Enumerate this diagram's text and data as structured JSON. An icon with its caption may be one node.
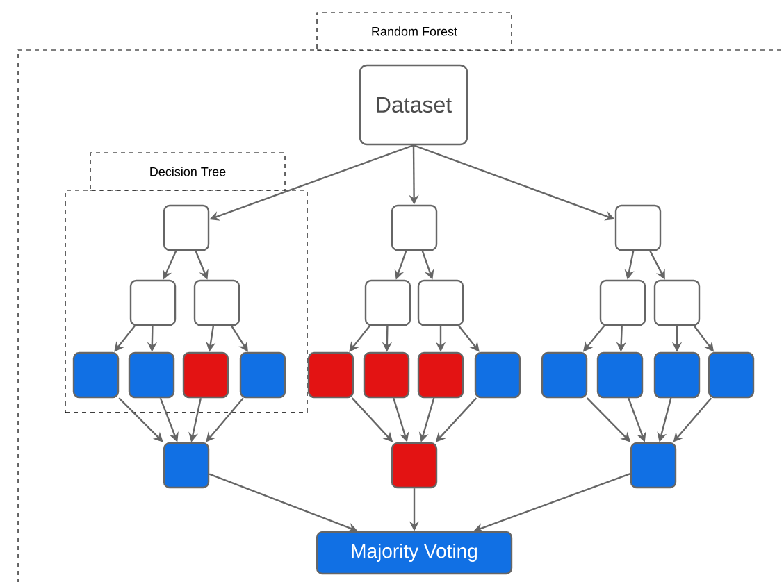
{
  "diagram": {
    "nodes": [
      {
        "text": [
          "Random Forest"
        ]
      },
      {
        "text": [
          "Dataset"
        ],
        "in": 0
      },
      {
        "text": [
          "Decision Tree"
        ],
        "in": 0
      },
      {
        "text": [],
        "shape": "box",
        "in": 2
      },
      {
        "text": [],
        "shape": "box",
        "in": 2
      },
      {
        "text": [],
        "shape": "box",
        "in": 2
      },
      {
        "text": [],
        "shape": "box",
        "in": 2
      },
      {
        "text": [],
        "shape": "box",
        "in": 2
      },
      {
        "text": [],
        "shape": "box",
        "in": 2
      },
      {
        "text": [],
        "shape": "box",
        "in": 2
      },
      {
        "text": [],
        "shape": "box",
        "in": 0
      },
      {
        "text": [],
        "shape": "box",
        "in": 0
      },
      {
        "text": [],
        "shape": "box",
        "in": 0
      },
      {
        "text": [],
        "shape": "box",
        "in": 0
      },
      {
        "text": [],
        "shape": "box",
        "in": 0
      },
      {
        "text": [],
        "shape": "box",
        "in": 0
      },
      {
        "text": [],
        "shape": "box",
        "in": 0
      },
      {
        "text": [],
        "shape": "box",
        "in": 0
      },
      {
        "text": [],
        "shape": "box",
        "in": 0
      },
      {
        "text": [],
        "shape": "box",
        "in": 0
      },
      {
        "text": [],
        "shape": "box",
        "in": 0
      },
      {
        "text": [],
        "shape": "box",
        "in": 0
      },
      {
        "text": [],
        "shape": "box",
        "in": 0
      },
      {
        "text": [],
        "shape": "box",
        "in": 0
      },
      {
        "text": [],
        "shape": "box",
        "in": 0
      },
      {
        "text": [],
        "shape": "box",
        "in": 0
      },
      {
        "text": [],
        "shape": "box",
        "in": 0
      },
      {
        "text": [
          "Majority Voting"
        ],
        "in": 0
      }
    ],
    "edges": [
      {
        "from": 1,
        "to": 3,
        "arrow": "to"
      },
      {
        "from": 1,
        "to": 11,
        "arrow": "to"
      },
      {
        "from": 1,
        "to": 19,
        "arrow": "to"
      },
      {
        "from": 3,
        "to": 4,
        "arrow": "to"
      },
      {
        "from": 3,
        "to": 5,
        "arrow": "to"
      },
      {
        "from": 4,
        "to": 6,
        "arrow": "to"
      },
      {
        "from": 4,
        "to": 7,
        "arrow": "to"
      },
      {
        "from": 5,
        "to": 8,
        "arrow": "to"
      },
      {
        "from": 5,
        "to": 9,
        "arrow": "to"
      },
      {
        "from": 6,
        "to": 10,
        "arrow": "to"
      },
      {
        "from": 7,
        "to": 10,
        "arrow": "to"
      },
      {
        "from": 8,
        "to": 10,
        "arrow": "to"
      },
      {
        "from": 9,
        "to": 10,
        "arrow": "to"
      },
      {
        "from": 11,
        "to": 12,
        "arrow": "to"
      },
      {
        "from": 11,
        "to": 13,
        "arrow": "to"
      },
      {
        "from": 12,
        "to": 14,
        "arrow": "to"
      },
      {
        "from": 12,
        "to": 15,
        "arrow": "to"
      },
      {
        "from": 13,
        "to": 16,
        "arrow": "to"
      },
      {
        "from": 13,
        "to": 17,
        "arrow": "to"
      },
      {
        "from": 14,
        "to": 18,
        "arrow": "to"
      },
      {
        "from": 15,
        "to": 18,
        "arrow": "to"
      },
      {
        "from": 16,
        "to": 18,
        "arrow": "to"
      },
      {
        "from": 17,
        "to": 18,
        "arrow": "to"
      },
      {
        "from": 19,
        "to": 20,
        "arrow": "to"
      },
      {
        "from": 19,
        "to": 21,
        "arrow": "to"
      },
      {
        "from": 20,
        "to": 22,
        "arrow": "to"
      },
      {
        "from": 20,
        "to": 23,
        "arrow": "to"
      },
      {
        "from": 21,
        "to": 24,
        "arrow": "to"
      },
      {
        "from": 21,
        "to": 25,
        "arrow": "to"
      },
      {
        "from": 22,
        "to": 26,
        "arrow": "to"
      },
      {
        "from": 23,
        "to": 26,
        "arrow": "to"
      },
      {
        "from": 24,
        "to": 26,
        "arrow": "to"
      },
      {
        "from": 25,
        "to": 26,
        "arrow": "to"
      },
      {
        "from": 10,
        "to": 27,
        "arrow": "to"
      },
      {
        "from": 18,
        "to": 27,
        "arrow": "to"
      },
      {
        "from": 26,
        "to": 27,
        "arrow": "to"
      }
    ]
  }
}
